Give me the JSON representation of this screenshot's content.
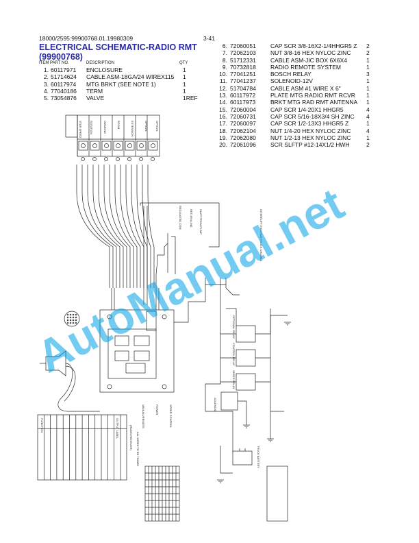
{
  "header": {
    "doc_id": "18000/2595:99900768.01.19980309",
    "page": "3-41"
  },
  "title": {
    "line1": "ELECTRICAL SCHEMATIC-RADIO RMT",
    "line2": "(99900768)"
  },
  "columns": {
    "item_part": "ITEM PART NO.",
    "description": "DESCRIPTION",
    "qty": "QTY"
  },
  "parts_left": [
    {
      "item": "1.",
      "part": "60117971",
      "desc": "ENCLOSURE",
      "qty": "1"
    },
    {
      "item": "2.",
      "part": "51714624",
      "desc": "CABLE ASM-18GA/24 WIREX115",
      "qty": "1"
    },
    {
      "item": "3.",
      "part": "60117974",
      "desc": "MTG BRKT (SEE NOTE 1)",
      "qty": "1"
    },
    {
      "item": "4.",
      "part": "77040186",
      "desc": "TERM",
      "qty": "1"
    },
    {
      "item": "5.",
      "part": "73054876",
      "desc": "VALVE",
      "qty": "1REF"
    }
  ],
  "parts_right": [
    {
      "item": "6.",
      "part": "72060051",
      "desc": "CAP SCR 3/8-16X2-1/4HHGR5 Z",
      "qty": "2"
    },
    {
      "item": "7.",
      "part": "72062103",
      "desc": "NUT 3/8-16 HEX NYLOC ZINC",
      "qty": "2"
    },
    {
      "item": "8.",
      "part": "51712331",
      "desc": "CABLE ASM-JIC BOX 6X6X4",
      "qty": "1"
    },
    {
      "item": "9.",
      "part": "70732818",
      "desc": "RADIO REMOTE SYSTEM",
      "qty": "1"
    },
    {
      "item": "10.",
      "part": "77041251",
      "desc": "BOSCH RELAY",
      "qty": "3"
    },
    {
      "item": "11.",
      "part": "77041237",
      "desc": "SOLENOID-12V",
      "qty": "1"
    },
    {
      "item": "12.",
      "part": "51704784",
      "desc": "CABLE ASM #1 WIRE X 6\"",
      "qty": "1"
    },
    {
      "item": "13.",
      "part": "60117972",
      "desc": "PLATE MTG RADIO RMT RCVR",
      "qty": "1"
    },
    {
      "item": "14.",
      "part": "60117973",
      "desc": "BRKT MTG RAD RMT ANTENNA",
      "qty": "1"
    },
    {
      "item": "15.",
      "part": "72060004",
      "desc": "CAP SCR 1/4-20X1 HHGR5",
      "qty": "4"
    },
    {
      "item": "16.",
      "part": "72060731",
      "desc": "CAP SCR 5/16-18X3/4 SH ZINC",
      "qty": "4"
    },
    {
      "item": "17.",
      "part": "72060097",
      "desc": "CAP SCR 1/2-13X3 HHGR5 Z",
      "qty": "1"
    },
    {
      "item": "18.",
      "part": "72062104",
      "desc": "NUT 1/4-20 HEX NYLOC ZINC",
      "qty": "4"
    },
    {
      "item": "19.",
      "part": "72062080",
      "desc": "NUT 1/2-13 HEX NYLOC ZINC",
      "qty": "1"
    },
    {
      "item": "20.",
      "part": "72061096",
      "desc": "SCR SLFTP #12-14X1/2 HWH",
      "qty": "2"
    }
  ],
  "watermark": "AutoManual.net",
  "colors": {
    "title": "#2a2aa0",
    "watermark": "#00a0e6"
  }
}
